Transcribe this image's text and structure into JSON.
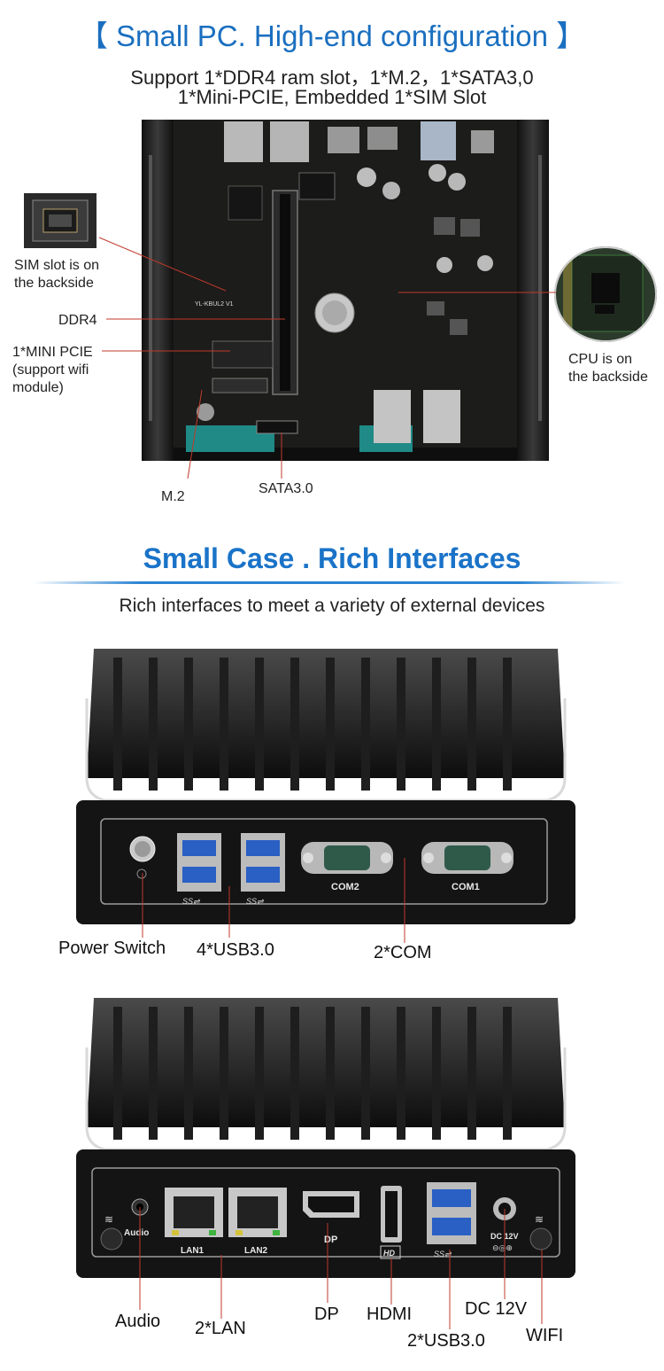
{
  "section1": {
    "title": "【 Small PC. High-end configuration 】",
    "subtitle_line1": "Support 1*DDR4 ram slot，1*M.2，1*SATA3,0",
    "subtitle_line2": "1*Mini-PCIE, Embedded 1*SIM Slot",
    "labels": {
      "sim_line1": "SIM slot is on",
      "sim_line2": "the backside",
      "ddr4": "DDR4",
      "minipcie_line1": "1*MINI PCIE",
      "minipcie_line2": "(support wifi",
      "minipcie_line3": "module)",
      "m2": "M.2",
      "sata": "SATA3.0",
      "cpu_line1": "CPU is on",
      "cpu_line2": "the backside"
    },
    "board_silkscreen": "YL-KBUL2 V1"
  },
  "section2": {
    "title": "Small Case . Rich Interfaces",
    "subtitle": "Rich interfaces to meet a variety of external devices",
    "front": {
      "port_labels": {
        "com2": "COM2",
        "com1": "COM1",
        "ss1": "SS⇌",
        "ss2": "SS⇌"
      },
      "callouts": {
        "power": "Power Switch",
        "usb": "4*USB3.0",
        "com": "2*COM"
      }
    },
    "rear": {
      "port_labels": {
        "audio": "Audio",
        "lan1": "LAN1",
        "lan2": "LAN2",
        "dp": "DP",
        "hd": "HD",
        "ss": "SS⇌",
        "dc": "DC 12V"
      },
      "callouts": {
        "audio": "Audio",
        "lan": "2*LAN",
        "dp": "DP",
        "hdmi": "HDMI",
        "usb": "2*USB3.0",
        "dc": "DC 12V",
        "wifi": "WIFI"
      }
    }
  },
  "colors": {
    "title_blue": "#1a6fc0",
    "heading_blue": "#1a73c8",
    "callout_red": "#c0392b"
  }
}
